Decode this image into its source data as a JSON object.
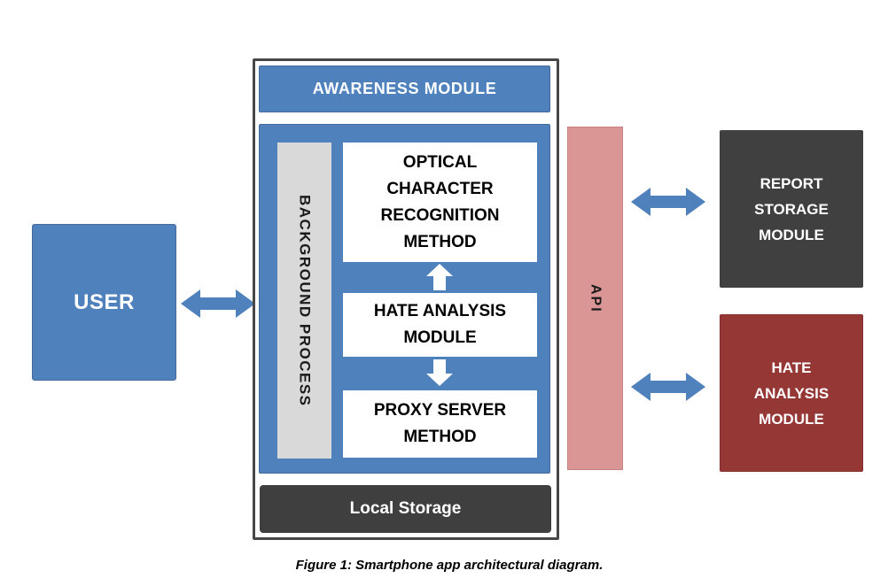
{
  "figure": {
    "caption": "Figure 1: Smartphone app architectural diagram."
  },
  "nodes": {
    "user": {
      "label": "USER"
    },
    "awareness_module": {
      "title": "AWARENESS MODULE"
    },
    "background_process": {
      "label": "BACKGROUND PROCESS"
    },
    "ocr_method": {
      "lines": [
        "OPTICAL",
        "CHARACTER",
        "RECOGNITION",
        "METHOD"
      ]
    },
    "hate_analysis_internal": {
      "lines": [
        "HATE ANALYSIS",
        "MODULE"
      ]
    },
    "proxy_server_method": {
      "lines": [
        "PROXY SERVER",
        "METHOD"
      ]
    },
    "local_storage": {
      "label": "Local Storage"
    },
    "api": {
      "label": "API"
    },
    "report_storage_module": {
      "lines": [
        "REPORT",
        "STORAGE",
        "MODULE"
      ]
    },
    "hate_analysis_external": {
      "lines": [
        "HATE",
        "ANALYSIS",
        "MODULE"
      ]
    }
  },
  "connections": [
    {
      "from": "USER",
      "to": "AWARENESS MODULE",
      "type": "bidirectional"
    },
    {
      "from": "API",
      "to": "REPORT STORAGE MODULE",
      "type": "bidirectional"
    },
    {
      "from": "API",
      "to": "HATE ANALYSIS MODULE",
      "type": "bidirectional"
    },
    {
      "from": "HATE ANALYSIS MODULE (internal)",
      "to": "OPTICAL CHARACTER RECOGNITION METHOD",
      "type": "up"
    },
    {
      "from": "HATE ANALYSIS MODULE (internal)",
      "to": "PROXY SERVER METHOD",
      "type": "down"
    }
  ],
  "colors": {
    "accent_blue": "#4f81bd",
    "pink_api": "#d99694",
    "dark_red": "#953735",
    "dark_gray": "#404040",
    "light_gray": "#d9d9d9",
    "outer_border": "#474747",
    "white": "#ffffff",
    "text_black": "#000000"
  }
}
